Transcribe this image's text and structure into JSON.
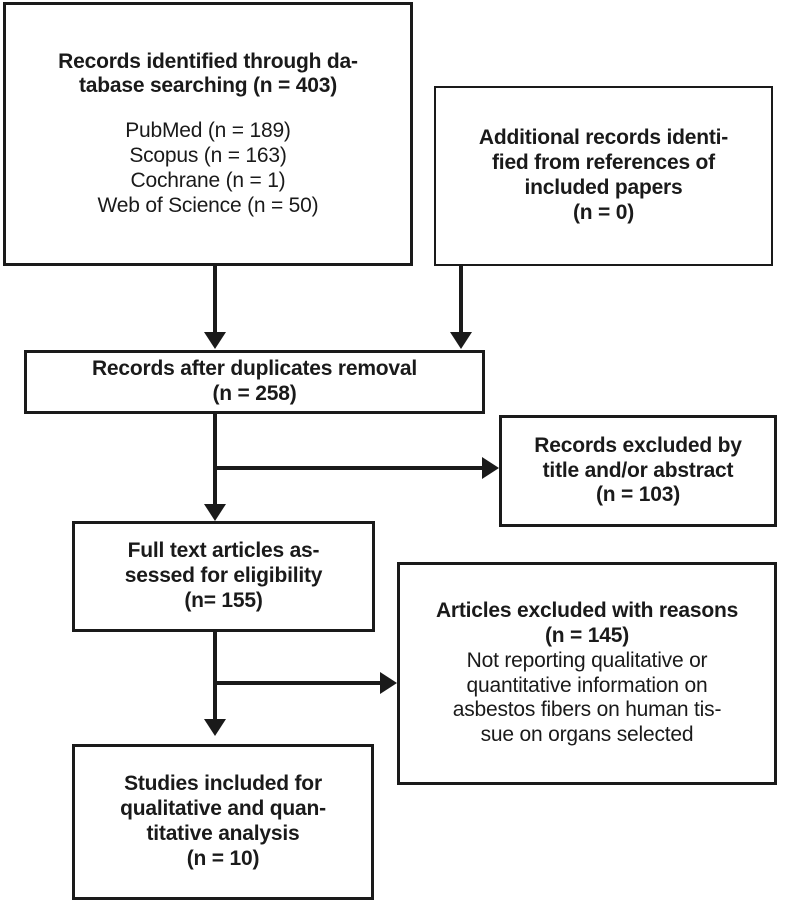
{
  "diagram": {
    "type": "prisma-flow-diagram",
    "boxes": [
      {
        "id": "identified-database",
        "title": "Records identified through da-\ntabase searching (n = 403)",
        "details": "PubMed (n = 189)\nScopus (n = 163)\nCochrane (n = 1)\nWeb of Science (n = 50)",
        "count": 403,
        "sources": [
          {
            "name": "PubMed",
            "n": 189
          },
          {
            "name": "Scopus",
            "n": 163
          },
          {
            "name": "Cochrane",
            "n": 1
          },
          {
            "name": "Web of Science",
            "n": 50
          }
        ]
      },
      {
        "id": "identified-additional",
        "title": "Additional records identi-\nfied from references of\nincluded papers\n(n = 0)",
        "details": "",
        "count": 0
      },
      {
        "id": "after-duplicates",
        "title": "Records after duplicates removal\n(n = 258)",
        "details": "",
        "count": 258
      },
      {
        "id": "excluded-title-abstract",
        "title": "Records excluded by\ntitle and/or abstract\n(n = 103)",
        "details": "",
        "count": 103
      },
      {
        "id": "full-text-assessed",
        "title": "Full text articles as-\nsessed for eligibility\n(n= 155)",
        "details": "",
        "count": 155
      },
      {
        "id": "excluded-with-reasons",
        "title": "Articles excluded with reasons\n(n = 145)",
        "details": "Not reporting qualitative or\nquantitative information on\nasbestos fibers on human tis-\nsue on organs selected",
        "count": 145
      },
      {
        "id": "studies-included",
        "title": "Studies included for\nqualitative and quan-\ntitative analysis\n(n = 10)",
        "details": "",
        "count": 10
      }
    ],
    "colors": {
      "stroke": "#1a1a1a",
      "fill": "#ffffff",
      "text": "#1a1a1a"
    }
  }
}
